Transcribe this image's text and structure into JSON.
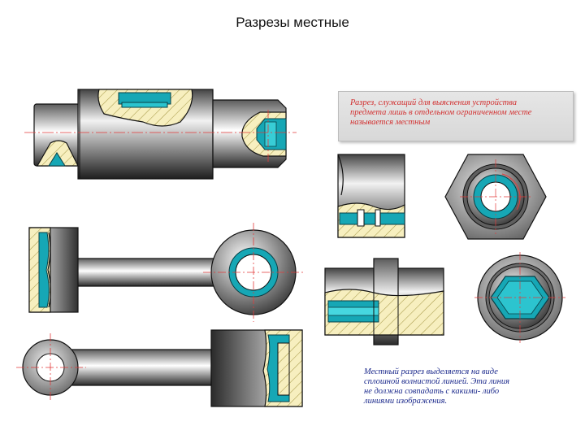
{
  "slide": {
    "title": "Разрезы местные"
  },
  "notes": {
    "definition": "Разрез, служащий для выяснения устройства\nпредмета лишь в отдельном ограниченном месте\nназывается местным",
    "boundary_rule": "Местный разрез выделяется на виде\nсплошной волнистой линией. Эта линия\nне должна совпадать с какими- либо\nлиниями изображения."
  },
  "colors": {
    "hatch_fill": "#f7efbf",
    "hatch_line": "#a89b4a",
    "cavity": "#16a7b5",
    "axis_line": "#e33a3a",
    "definition_text": "#d23030",
    "rule_text": "#1c2a8c"
  }
}
